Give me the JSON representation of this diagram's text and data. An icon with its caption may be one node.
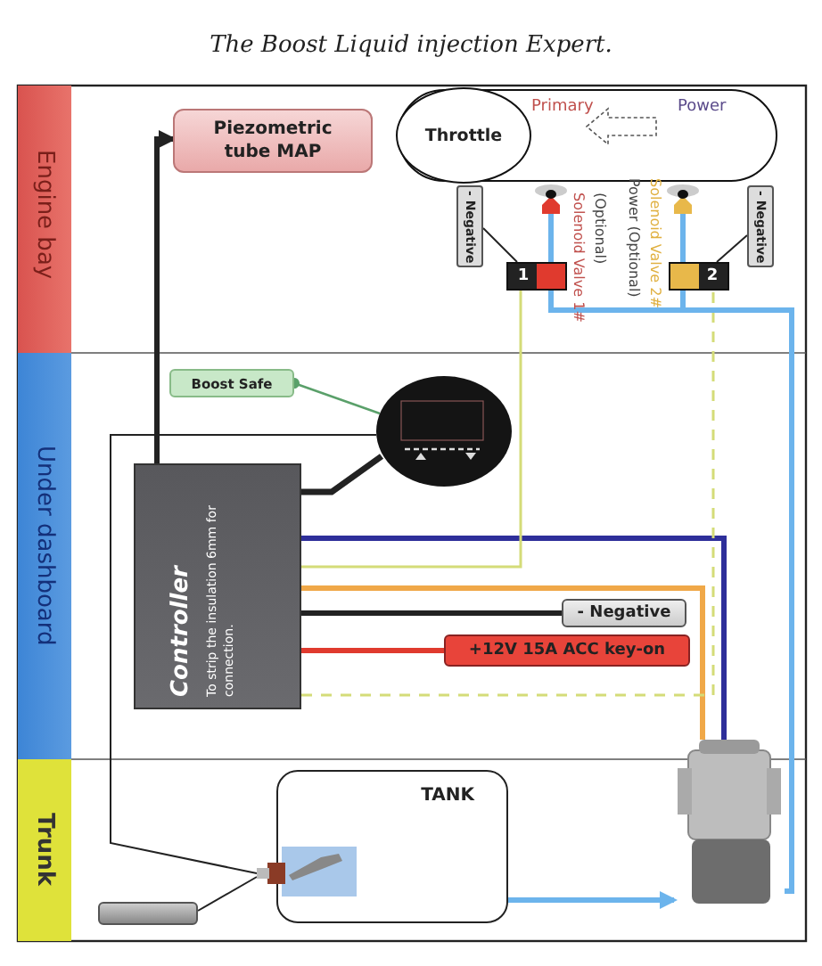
{
  "diagram": {
    "title": "The Boost Liquid injection Expert.",
    "nodes": [
      {
        "text": [
          "Engine bay"
        ]
      },
      {
        "text": [
          "Piezometric tube MAP"
        ]
      },
      {
        "text": [
          "Primary",
          "Power"
        ]
      },
      {
        "text": [
          "Throttle"
        ],
        "in": 2
      },
      {
        "text": [],
        "shape": "circle"
      },
      {
        "text": [],
        "shape": "circle"
      },
      {
        "text": [
          "- Negative"
        ]
      },
      {
        "text": [
          "1"
        ],
        "beside": [
          "(Optional)",
          "Solenoid Valve 1#"
        ]
      },
      {
        "text": [
          "2"
        ],
        "beside": [
          "Solenoid Valve 2#",
          "Power (Optional)"
        ]
      },
      {
        "text": [
          "- Negative"
        ]
      },
      {
        "text": [
          "Under dashboard"
        ]
      },
      {
        "text": [
          "Boost Safe"
        ]
      },
      {
        "text": [],
        "shape": "picture"
      },
      {
        "text": [
          "Controller",
          "To strip the insulation 6mm for connection."
        ]
      },
      {
        "text": [
          "- Negative"
        ]
      },
      {
        "text": [
          "+12V 15A ACC key-on"
        ]
      },
      {
        "text": [
          "Trunk"
        ]
      },
      {
        "text": [
          "TANK"
        ]
      },
      {
        "text": [],
        "shape": "picture",
        "in": 17
      },
      {
        "text": [],
        "shape": "picture"
      },
      {
        "text": [],
        "shape": "bar"
      }
    ],
    "edges": [
      {
        "from": 13,
        "to": 1,
        "arrow": "to"
      },
      {
        "from": 11,
        "to": 12,
        "arrow": "other",
        "color": "#5aa06a"
      },
      {
        "from": 13,
        "to": 12,
        "arrow": "none"
      },
      {
        "from": 12,
        "to": 18,
        "arrow": "none"
      },
      {
        "from": 18,
        "to": 20,
        "arrow": "none"
      },
      {
        "from": 13,
        "to": 19,
        "arrow": "none",
        "color": "#2e2f9a"
      },
      {
        "from": 13,
        "to": 7,
        "arrow": "none",
        "color": "#d4dc78"
      },
      {
        "from": 13,
        "to": 19,
        "arrow": "none",
        "color": "#f0a848"
      },
      {
        "from": 13,
        "to": 14,
        "arrow": "none"
      },
      {
        "from": 13,
        "to": 15,
        "arrow": "none",
        "color": "#e03a2e"
      },
      {
        "from": 13,
        "to": 8,
        "arrow": "none",
        "style": "dashed",
        "color": "#d4dc78"
      },
      {
        "from": 7,
        "to": 6,
        "arrow": "none"
      },
      {
        "from": 8,
        "to": 9,
        "arrow": "none"
      },
      {
        "from": 19,
        "to": 7,
        "arrow": "none",
        "color": "#6cb4ec"
      },
      {
        "from": 19,
        "to": 8,
        "arrow": "none",
        "color": "#6cb4ec"
      },
      {
        "from": 7,
        "to": 4,
        "arrow": "to",
        "color": "#6cb4ec"
      },
      {
        "from": 8,
        "to": 5,
        "arrow": "to",
        "color": "#6cb4ec"
      },
      {
        "from": 17,
        "to": 19,
        "arrow": "to",
        "color": "#6cb4ec"
      }
    ]
  }
}
